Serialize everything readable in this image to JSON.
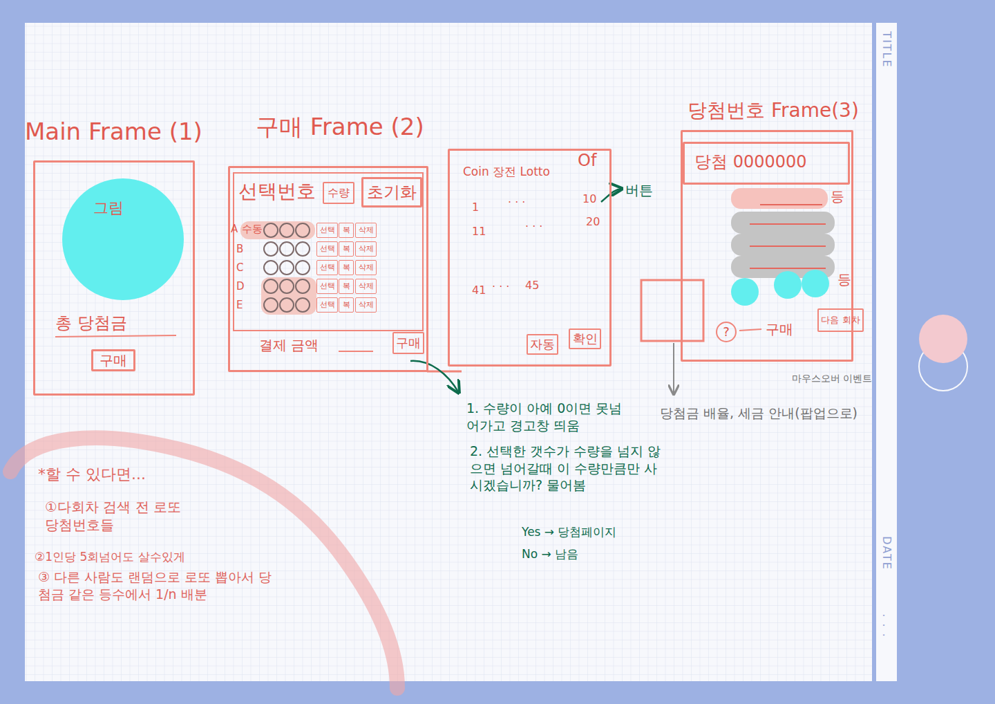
{
  "diagram": {
    "nodes": [
      {
        "text": [
          "Main Frame (1)",
          "총 당첨금"
        ]
      },
      {
        "text": [
          "그림"
        ],
        "in": 0
      },
      {
        "text": [
          "구매"
        ],
        "in": 0
      },
      {
        "text": [
          "구매 Frame (2)",
          "선택번호",
          "A",
          "수동",
          "B",
          "C",
          "D",
          "E",
          "결제 금액"
        ]
      },
      {
        "text": [
          "수량"
        ],
        "in": 3
      },
      {
        "text": [
          "초기화"
        ],
        "in": 3
      },
      {
        "text": [
          "선택"
        ],
        "in": 3
      },
      {
        "text": [
          "복"
        ],
        "in": 3
      },
      {
        "text": [
          "삭제"
        ],
        "in": 3
      },
      {
        "text": [
          "선택"
        ],
        "in": 3
      },
      {
        "text": [
          "복"
        ],
        "in": 3
      },
      {
        "text": [
          "삭제"
        ],
        "in": 3
      },
      {
        "text": [
          "선택"
        ],
        "in": 3
      },
      {
        "text": [
          "복"
        ],
        "in": 3
      },
      {
        "text": [
          "삭제"
        ],
        "in": 3
      },
      {
        "text": [
          "선택"
        ],
        "in": 3
      },
      {
        "text": [
          "복"
        ],
        "in": 3
      },
      {
        "text": [
          "삭제"
        ],
        "in": 3
      },
      {
        "text": [
          "선택"
        ],
        "in": 3
      },
      {
        "text": [
          "복"
        ],
        "in": 3
      },
      {
        "text": [
          "삭제"
        ],
        "in": 3
      },
      {
        "text": [
          "구매"
        ],
        "in": 3
      },
      {
        "text": [
          "Coin 장전 Lotto",
          "Of",
          "1",
          "· · ·",
          "10",
          "11",
          "· · ·",
          "20",
          "41",
          "· · ·",
          "45"
        ]
      },
      {
        "text": [
          "자동"
        ],
        "in": 22
      },
      {
        "text": [
          "확인"
        ],
        "in": 22
      },
      {
        "text": [
          "당첨번호 Frame(3)",
          "등",
          "등",
          "구매"
        ]
      },
      {
        "text": [
          "당첨 0000000"
        ],
        "in": 25
      },
      {
        "text": [
          "?"
        ],
        "in": 25
      },
      {
        "text": [
          "다음 회차"
        ],
        "in": 25
      }
    ],
    "labels": [
      "버튼",
      "1. 수량이 아예 0이면 못넘어가고 경고창 띄움",
      "2. 선택한 갯수가 수량을 넘지 않으면 넘어갈때 이 수량만큼만 사시겠습니까? 물어봄",
      "Yes → 당첨페이지",
      "No → 남음",
      "마우스오버 이벤트",
      "당첨금 배율, 세금 안내(팝업으로)",
      "*할 수 있다면...",
      "①다회차 검색 전 로또 당첨번호들",
      "②1인당 5회넘어도 살수있게",
      "③ 다른 사람도 랜덤으로 로또 뽑아서 당첨금 같은 등수에서 1/n 배분",
      "TITLE",
      "DATE",
      ". . ."
    ]
  }
}
